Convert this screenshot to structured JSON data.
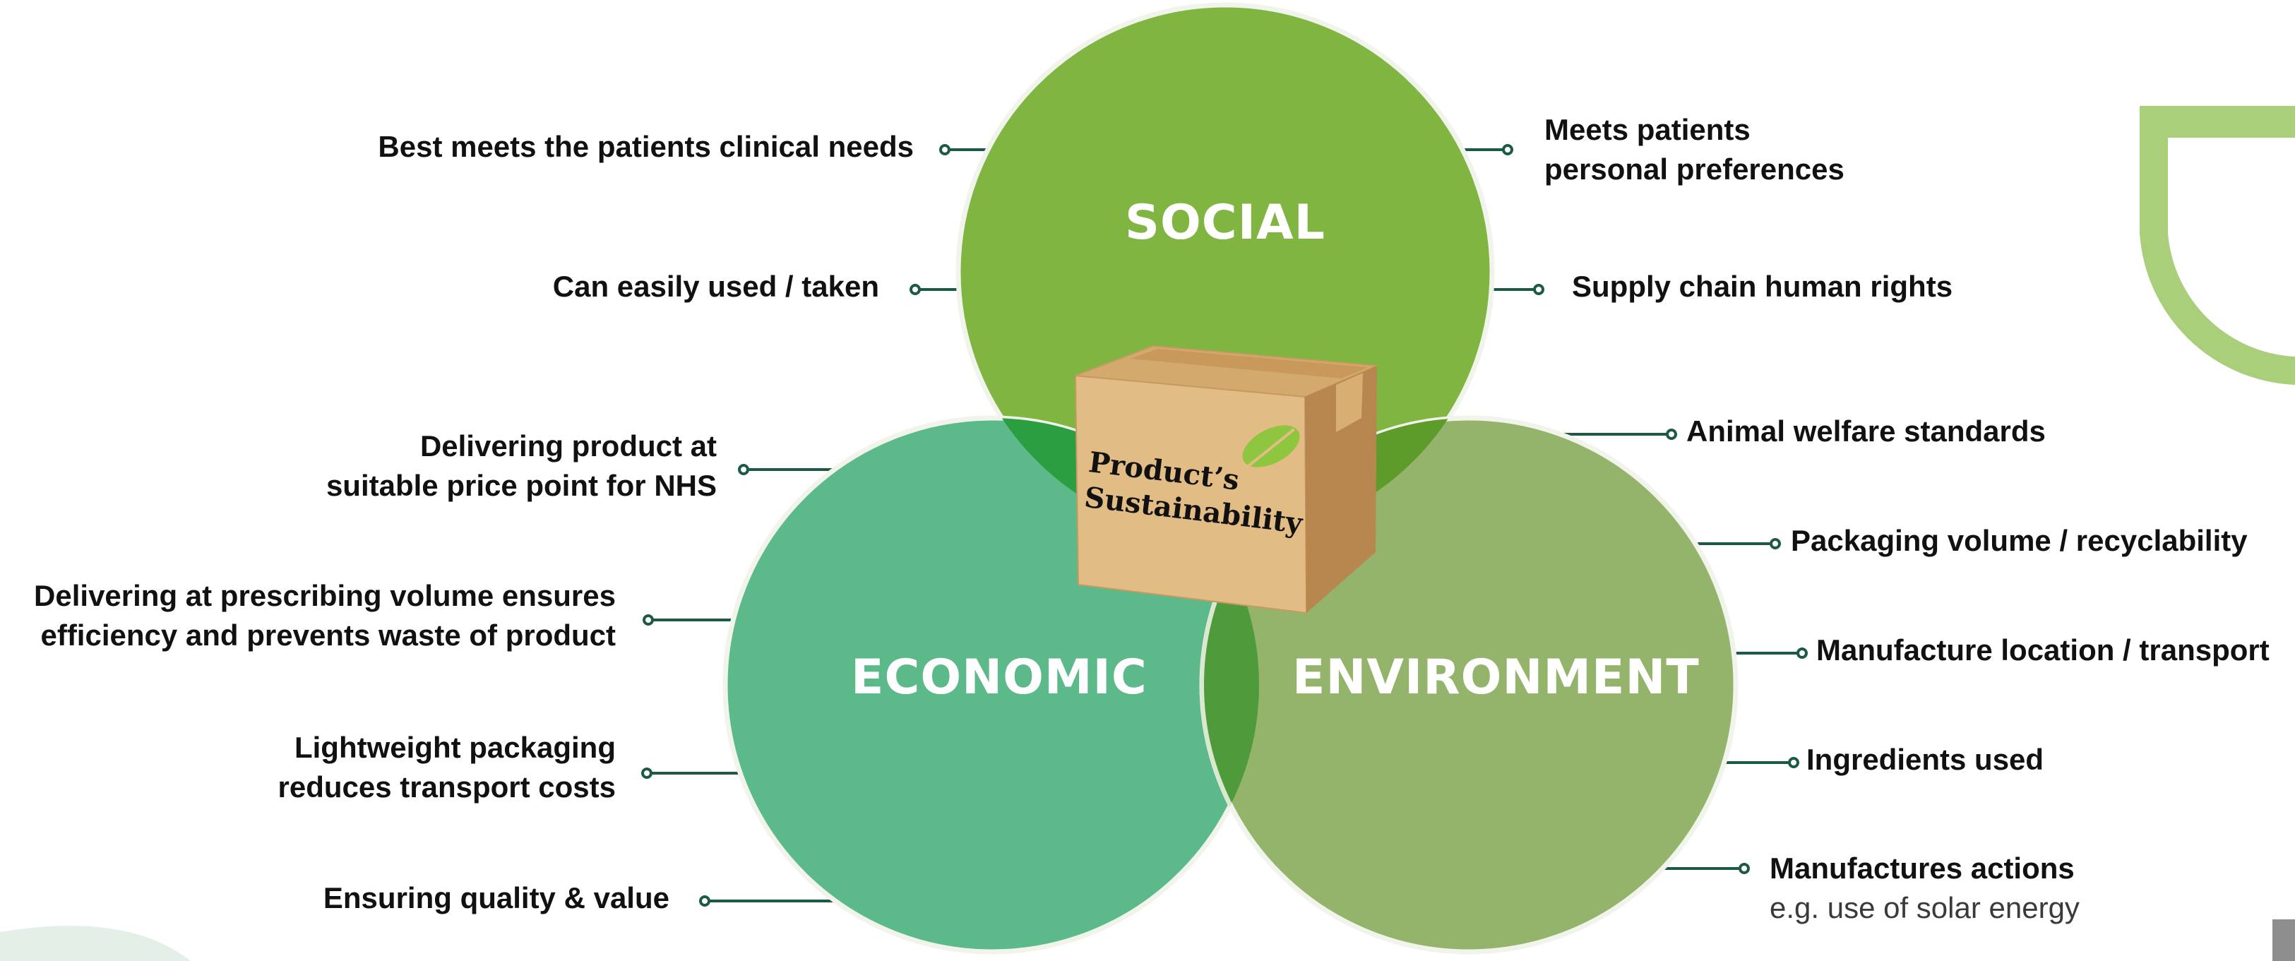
{
  "colors": {
    "social": "#80b542",
    "economic": "#5bb98a",
    "environment": "#93b46a",
    "overlap_social_economic": "#2c9e42",
    "overlap_social_environment": "#5d9b2a",
    "overlap_economic_environment": "#4f9a3a",
    "connector": "#1d5a46",
    "box_front": "#e2bc85",
    "box_side": "#b8874f",
    "box_top": "#d4a96e",
    "leaf": "#8ec63f"
  },
  "sets": {
    "social": "SOCIAL",
    "economic": "ECONOMIC",
    "environment": "ENVIRONMENT"
  },
  "center_box": {
    "line1": "Product’s",
    "line2": "Sustainability",
    "icon": "leaf-icon"
  },
  "labels": {
    "social_left": [
      {
        "text": "Best meets the patients clinical needs"
      },
      {
        "text": "Can easily used / taken"
      }
    ],
    "social_right": [
      {
        "line1": "Meets patients",
        "line2": "personal preferences"
      },
      {
        "text": "Supply chain human rights"
      }
    ],
    "economic_left": [
      {
        "line1": "Delivering product at",
        "line2": "suitable price point for NHS"
      },
      {
        "line1": "Delivering at prescribing volume ensures",
        "line2": "efficiency and prevents waste of product"
      },
      {
        "line1": "Lightweight packaging",
        "line2": "reduces transport costs"
      },
      {
        "text": "Ensuring quality & value"
      }
    ],
    "environment_right": [
      {
        "text": "Animal welfare standards"
      },
      {
        "text": "Packaging volume / recyclability"
      },
      {
        "text": "Manufacture location / transport"
      },
      {
        "text": "Ingredients used"
      },
      {
        "line1": "Manufactures actions",
        "line2": "e.g. use of solar energy"
      }
    ]
  }
}
